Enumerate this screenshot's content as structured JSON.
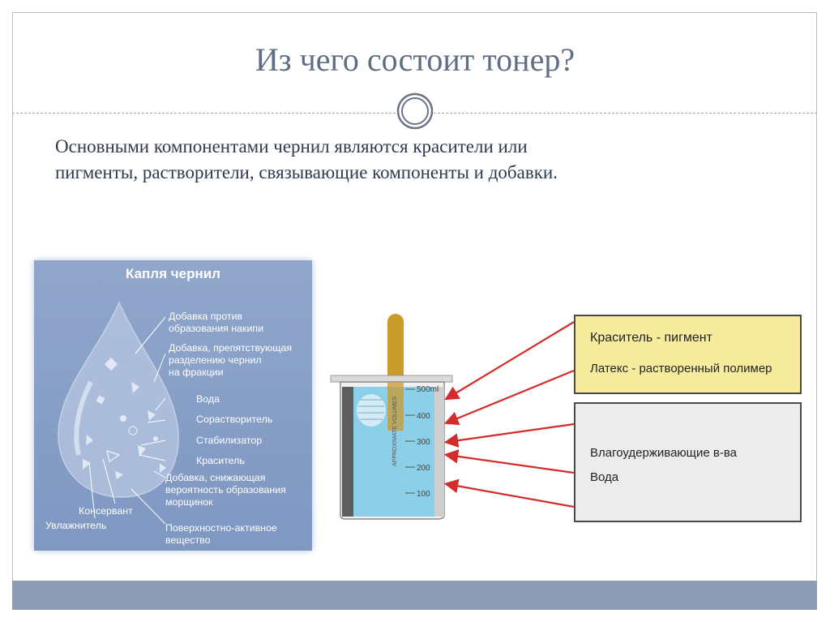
{
  "slide": {
    "title": "Из чего состоит тонер?",
    "body_text_line1": "Основными компонентами чернил являются красители или",
    "body_text_line2": "пигменты, растворители,  связывающие компоненты и добавки."
  },
  "ink_drop": {
    "title": "Капля чернил",
    "labels": [
      "Добавка против",
      "образования накипи",
      "Добавка, препятствующая",
      "разделению чернил",
      "на фракции",
      "Вода",
      "Сорастворитель",
      "Стабилизатор",
      "Краситель",
      "Добавка, снижающая",
      "вероятность образования",
      "морщинок",
      "Консервант",
      "Увлажнитель",
      "Поверхностно-активное",
      "вещество"
    ]
  },
  "beaker": {
    "volume_label": "500ml",
    "scale": [
      "400",
      "300",
      "200",
      "100"
    ],
    "vertical_text": "APPROXIMATE VOLUMES"
  },
  "boxes": {
    "yellow": [
      "Краситель - пигмент",
      "Латекс - растворенный полимер"
    ],
    "grey": [
      "Влагоудерживающие в-ва",
      "Вода"
    ]
  },
  "colors": {
    "title": "#5f6e85",
    "footer": "#8e9db5",
    "panel": "#8aa1c8",
    "arrow": "#d42b2b",
    "yellow_box": "#f7ec9d",
    "grey_box": "#ececec",
    "water": "#8ccfe8"
  }
}
